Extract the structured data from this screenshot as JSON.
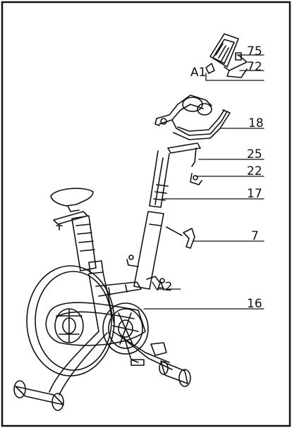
{
  "diagram": {
    "callouts": {
      "c75": "75",
      "c72": "72",
      "cA1": "A1",
      "c18": "18",
      "c25": "25",
      "c22": "22",
      "c17": "17",
      "c7": "7",
      "cA2": "A2",
      "c16": "16"
    }
  }
}
